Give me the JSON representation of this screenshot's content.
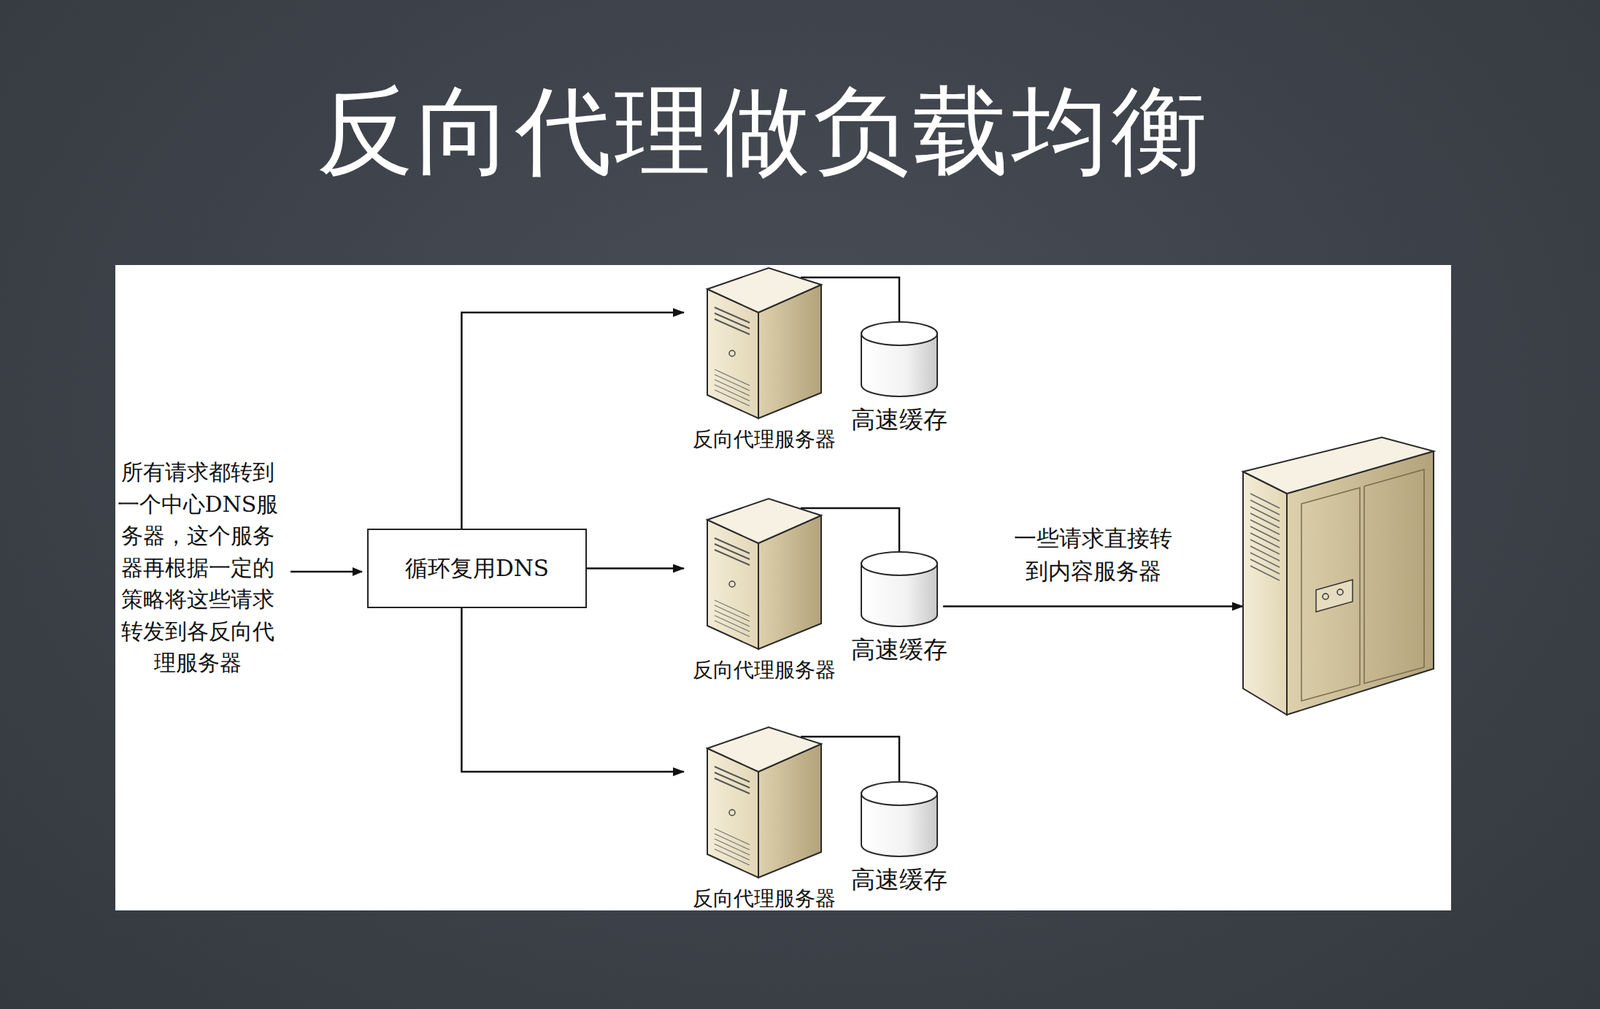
{
  "diagram": {
    "title": "反向代理做负载均衡",
    "nodes": [
      {
        "text": [
          "循环复用DNS"
        ]
      },
      {
        "text": [
          "反向代理服务器"
        ]
      },
      {
        "text": [
          "高速缓存"
        ]
      },
      {
        "text": [
          "反向代理服务器"
        ]
      },
      {
        "text": [
          "高速缓存"
        ]
      },
      {
        "text": [
          "反向代理服务器"
        ]
      },
      {
        "text": [
          "高速缓存"
        ]
      },
      {
        "text": []
      }
    ],
    "edges": [
      {
        "from": 0,
        "to": 1,
        "arrow": "to"
      },
      {
        "from": 0,
        "to": 3,
        "arrow": "to"
      },
      {
        "from": 0,
        "to": 5,
        "arrow": "to"
      },
      {
        "from": 1,
        "to": 2,
        "arrow": "none"
      },
      {
        "from": 3,
        "to": 4,
        "arrow": "none"
      },
      {
        "from": 5,
        "to": 6,
        "arrow": "none"
      },
      {
        "from": 4,
        "to": 7,
        "label": "一些请求直接转到内容服务器",
        "arrow": "to"
      }
    ],
    "labels": [
      "所有请求都转到一个中心DNS服务器，这个服务器再根据一定的策略将这些请求转发到各反向代理服务器"
    ]
  }
}
